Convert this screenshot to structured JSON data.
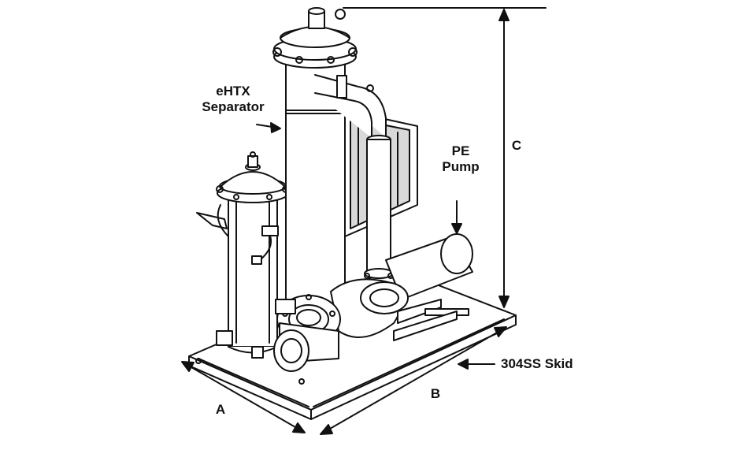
{
  "labels": {
    "separator_line1": "eHTX",
    "separator_line2": "Separator",
    "pump_line1": "PE",
    "pump_line2": "Pump",
    "skid": "304SS Skid",
    "dim_a": "A",
    "dim_b": "B",
    "dim_c": "C"
  },
  "colors": {
    "line": "#111111",
    "fill": "#ffffff",
    "shade": "#d9d9d9"
  }
}
